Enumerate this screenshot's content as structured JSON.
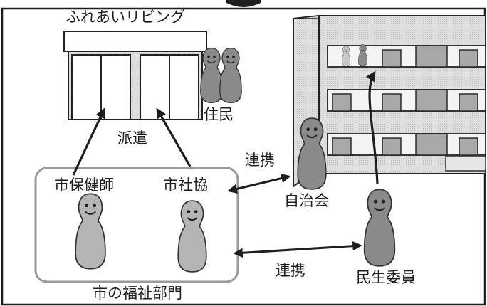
{
  "labels": {
    "facility": "ふれあいリビング",
    "residents": "住民",
    "dispatch": "派遣",
    "health_nurse": "市保健師",
    "social_welfare_council": "市社協",
    "collaboration_top": "連携",
    "neighborhood_assoc": "自治会",
    "collaboration_bottom": "連携",
    "welfare_commissioner": "民生委員",
    "welfare_department": "市の福祉部門"
  },
  "colors": {
    "figure_fill": "#8a8a8a",
    "figure_fill_light": "#b5b5b5",
    "department_border": "#9a9a9a",
    "building_fill": "#d6d6d6",
    "arrow": "#1e1e1e"
  }
}
